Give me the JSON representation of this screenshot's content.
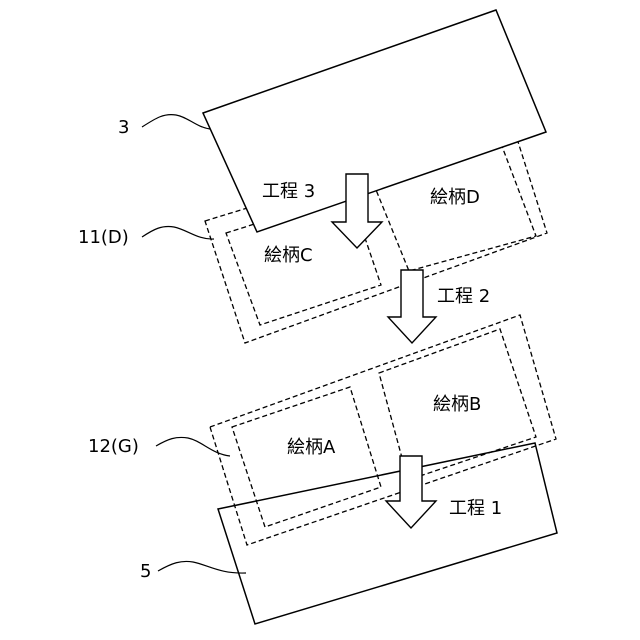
{
  "refs": {
    "sheet_top": "3",
    "frame_d": "11(D)",
    "frame_g": "12(G)",
    "sheet_bottom": "5"
  },
  "patterns": {
    "a": "絵柄A",
    "b": "絵柄B",
    "c": "絵柄C",
    "d": "絵柄D"
  },
  "steps": {
    "step1": "工程 1",
    "step2": "工程 2",
    "step3": "工程 3"
  },
  "colors": {
    "stroke": "#000000",
    "background": "#ffffff"
  }
}
